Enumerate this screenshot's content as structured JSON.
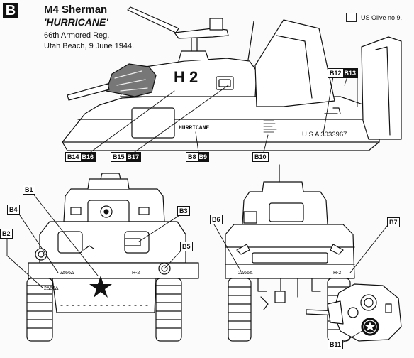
{
  "header": {
    "badge": "B",
    "title": "M4 Sherman",
    "subtitle": "'HURRICANE'",
    "unit": "66th Armored Reg.",
    "location_date": "Utah Beach, 9 June 1944."
  },
  "legend": {
    "label": "US Olive no 9.",
    "color": "#ffffff"
  },
  "markings": {
    "turret_code": "H 2",
    "hull_name": "HURRICANE",
    "serial": "U S A 3033967",
    "bumper_left": "2∆66∆",
    "bumper_right": "H-2",
    "rear_code": "2∆66∆",
    "rear_right": "H-2",
    "rear_small": "2∆66∆"
  },
  "callouts": {
    "b1": "B1",
    "b2": "B2",
    "b3": "B3",
    "b4": "B4",
    "b5": "B5",
    "b6": "B6",
    "b7": "B7",
    "b8": "B8",
    "b9": "B9",
    "b10": "B10",
    "b11": "B11",
    "b12": "B12",
    "b13": "B13",
    "b14": "B14",
    "b15": "B15",
    "b16": "B16",
    "b17": "B17"
  },
  "colors": {
    "ink": "#111111",
    "paper": "#fbfbfb"
  }
}
